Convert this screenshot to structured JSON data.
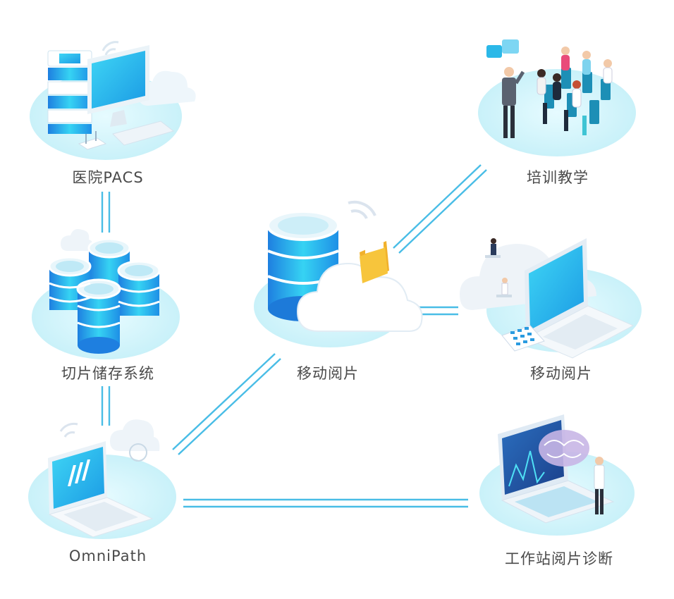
{
  "nodes": {
    "pacs": {
      "label": "医院PACS"
    },
    "storage": {
      "label": "切片储存系统"
    },
    "cloud": {
      "label": "移动阅片"
    },
    "omnipath": {
      "label": "OmniPath"
    },
    "training": {
      "label": "培训教学"
    },
    "mobile": {
      "label": "移动阅片"
    },
    "workstation": {
      "label": "工作站阅片诊断"
    }
  },
  "colors": {
    "line": "#49bde6",
    "platform": "#d8f5fb",
    "cyan": "#2fd0f0",
    "blue": "#2a7fe0",
    "folder": "#f7c53c"
  }
}
